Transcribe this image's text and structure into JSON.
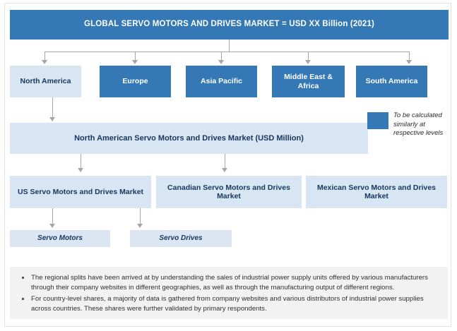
{
  "diagram": {
    "title": "GLOBAL SERVO MOTORS AND DRIVES MARKET = USD XX Billion (2021)",
    "regions": [
      {
        "label": "North America",
        "style": "light"
      },
      {
        "label": "Europe",
        "style": "dark"
      },
      {
        "label": "Asia Pacific",
        "style": "dark"
      },
      {
        "label": "Middle East  & Africa",
        "style": "dark"
      },
      {
        "label": "South America",
        "style": "dark"
      }
    ],
    "regional_market": "North American Servo Motors and  Drives Market (USD Million)",
    "countries": [
      {
        "label": "US Servo Motors and  Drives Market"
      },
      {
        "label": "Canadian Servo Motors and  Drives Market"
      },
      {
        "label": "Mexican Servo Motors and  Drives Market"
      }
    ],
    "leaves": [
      {
        "label": "Servo Motors"
      },
      {
        "label": "Servo  Drives"
      }
    ],
    "legend": {
      "text": "To be calculated similarly at respective levels",
      "swatch_color": "#3478b5"
    },
    "notes": [
      "The regional splits have been arrived at by understanding the sales of industrial power supply units offered by various manufacturers through their company websites in different geographies, as well as through the manufacturing output of different regions.",
      "For country-level shares, a majority of data is gathered from company websites and various distributors of industrial power supplies across countries. These shares were further validated by primary respondents."
    ],
    "colors": {
      "dark_blue": "#3478b5",
      "light_blue": "#d8e5f2",
      "connector_gray": "#a6a6a6",
      "notes_background": "#f2f2f2",
      "dark_text": "#17365d"
    }
  }
}
